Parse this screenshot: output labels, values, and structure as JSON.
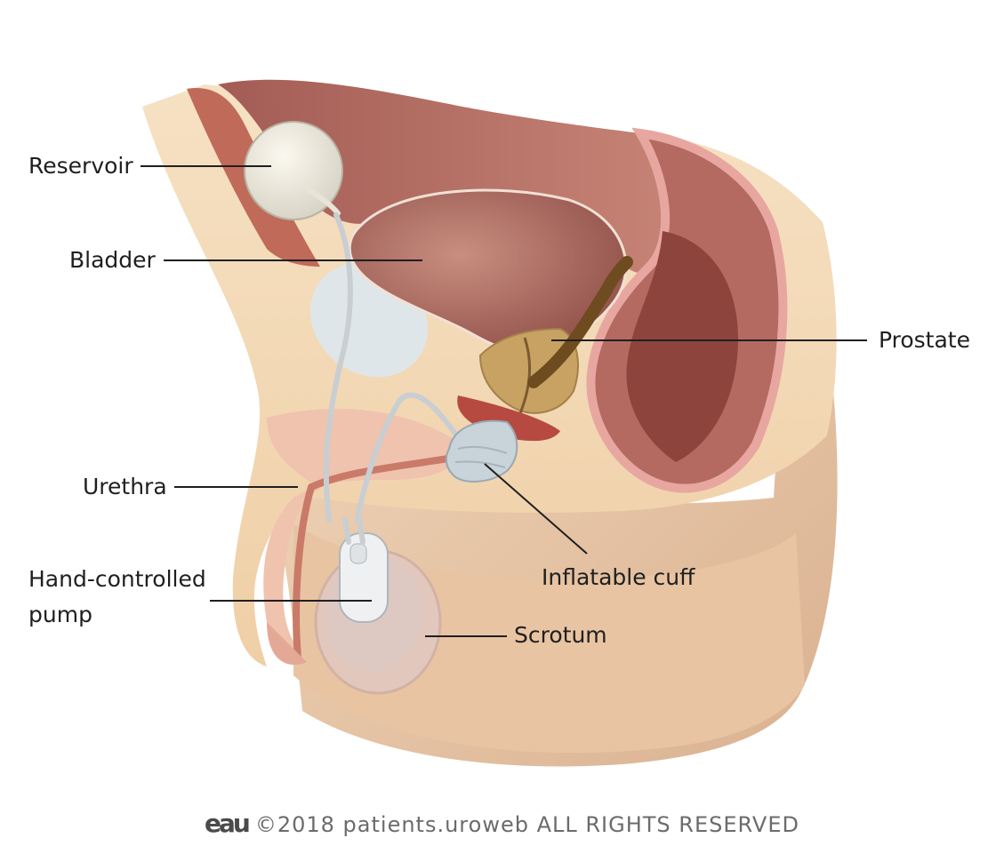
{
  "labels": {
    "reservoir": "Reservoir",
    "bladder": "Bladder",
    "prostate": "Prostate",
    "urethra": "Urethra",
    "pump_line1": "Hand-controlled",
    "pump_line2": "pump",
    "cuff": "Inflatable cuff",
    "scrotum": "Scrotum"
  },
  "footer": {
    "logo": "eau",
    "copyright": "©2018 patients.uroweb ALL RIGHTS RESERVED"
  }
}
